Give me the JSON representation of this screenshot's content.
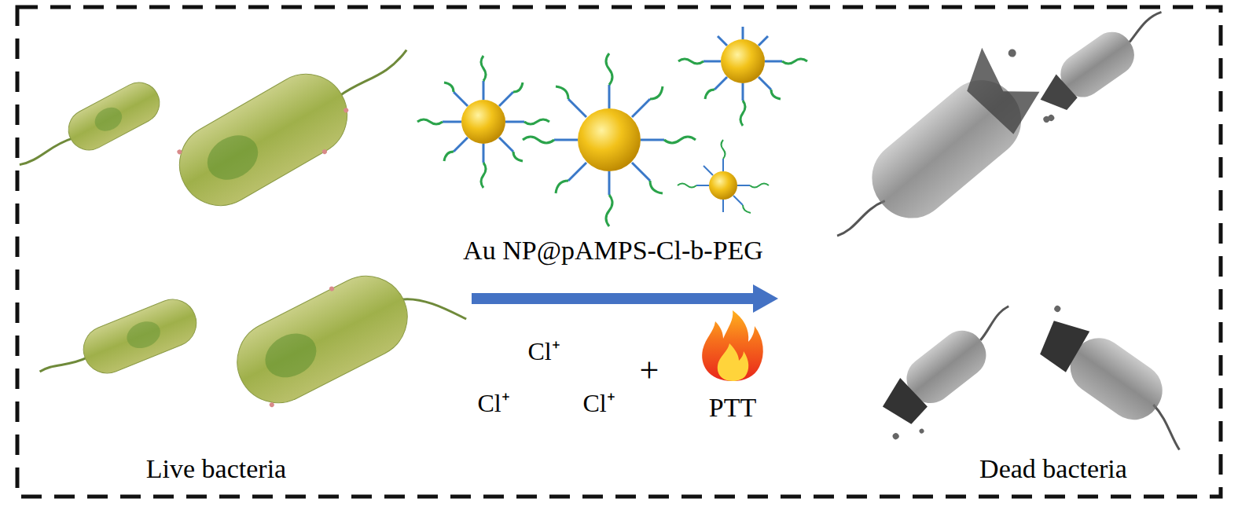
{
  "diagram": {
    "labels": [
      "Au NP@pAMPS-Cl-b-PEG",
      "Live bacteria",
      "Dead bacteria",
      "Cl⁺",
      "Cl⁺",
      "Cl⁺",
      "+",
      "PTT"
    ]
  }
}
